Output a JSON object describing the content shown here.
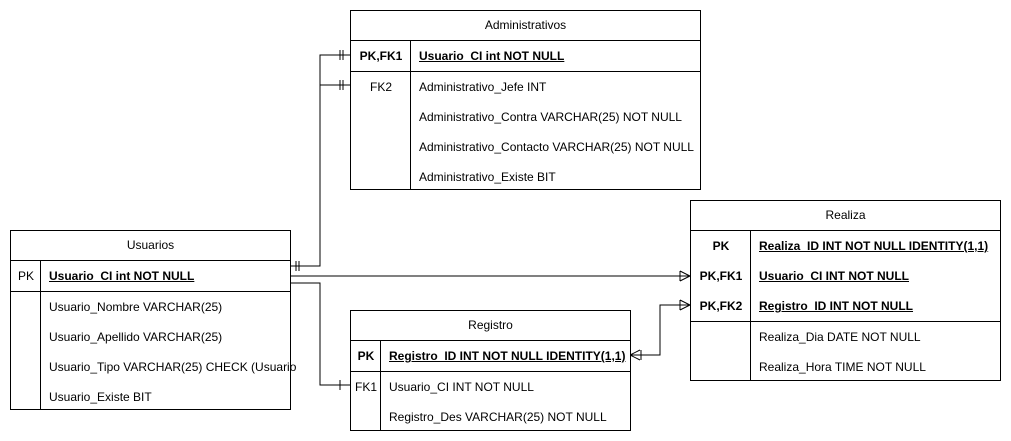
{
  "administrativos": {
    "title": "Administrativos",
    "pk_rows": [
      {
        "key": "PK,FK1",
        "attr": "Usuario_CI int NOT NULL"
      }
    ],
    "rows": [
      {
        "key": "FK2",
        "attr": "Administrativo_Jefe INT"
      },
      {
        "key": "",
        "attr": "Administrativo_Contra VARCHAR(25) NOT NULL"
      },
      {
        "key": "",
        "attr": "Administrativo_Contacto VARCHAR(25) NOT NULL"
      },
      {
        "key": "",
        "attr": "Administrativo_Existe BIT"
      }
    ]
  },
  "usuarios": {
    "title": "Usuarios",
    "pk_rows": [
      {
        "key": "PK",
        "attr": "Usuario_CI int NOT NULL"
      }
    ],
    "rows": [
      {
        "key": "",
        "attr": "Usuario_Nombre VARCHAR(25)"
      },
      {
        "key": "",
        "attr": "Usuario_Apellido VARCHAR(25)"
      },
      {
        "key": "",
        "attr": "Usuario_Tipo VARCHAR(25) CHECK (Usuario"
      },
      {
        "key": "",
        "attr": "Usuario_Existe BIT"
      }
    ]
  },
  "realiza": {
    "title": "Realiza",
    "pk_rows": [
      {
        "key": "PK",
        "attr": "Realiza_ID INT NOT NULL  IDENTITY(1,1)"
      },
      {
        "key": "PK,FK1",
        "attr": "Usuario_CI INT NOT NULL"
      },
      {
        "key": "PK,FK2",
        "attr": "Registro_ID INT NOT NULL"
      }
    ],
    "rows": [
      {
        "key": "",
        "attr": "Realiza_Dia DATE NOT NULL"
      },
      {
        "key": "",
        "attr": "Realiza_Hora TIME NOT NULL"
      }
    ]
  },
  "registro": {
    "title": "Registro",
    "pk_rows": [
      {
        "key": "PK",
        "attr": "Registro_ID INT NOT NULL IDENTITY(1,1)"
      }
    ],
    "rows": [
      {
        "key": "FK1",
        "attr": "Usuario_CI INT NOT NULL"
      },
      {
        "key": "",
        "attr": "Registro_Des VARCHAR(25) NOT NULL"
      }
    ]
  }
}
